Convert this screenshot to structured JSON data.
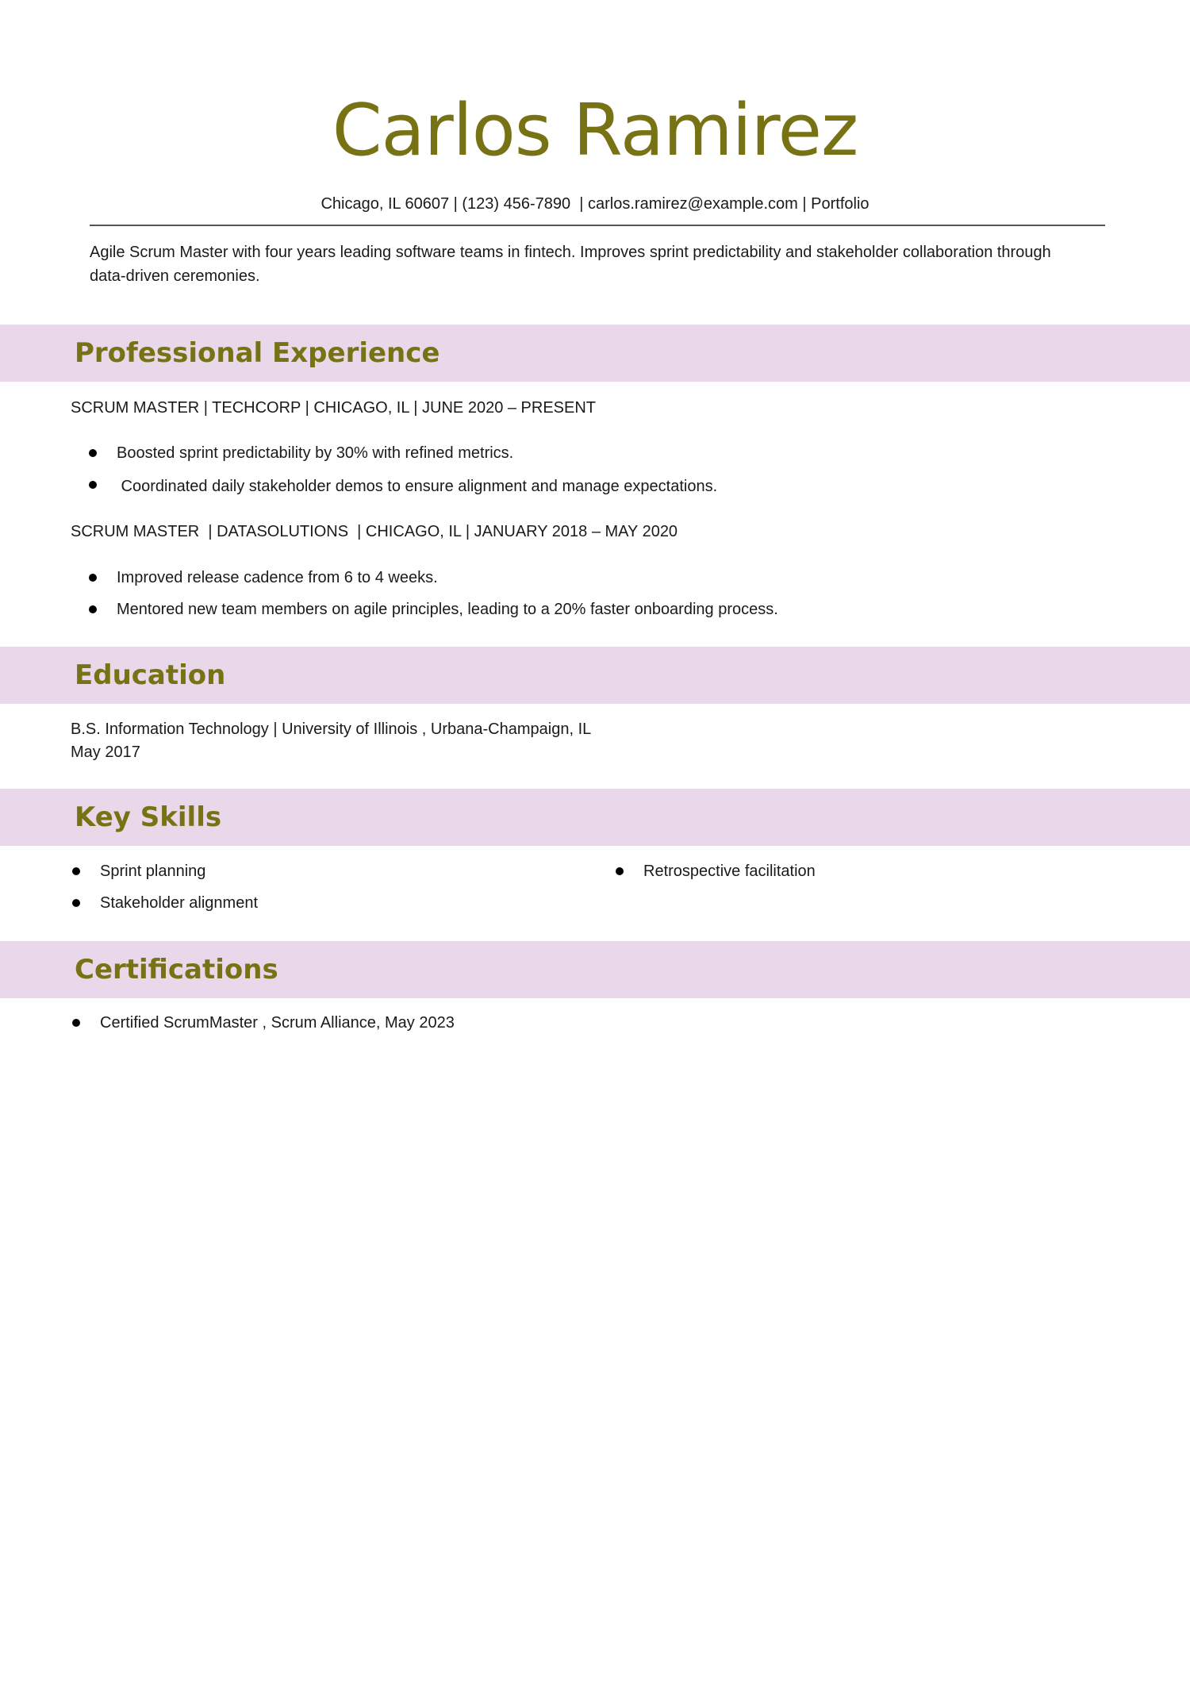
{
  "header": {
    "name": "Carlos Ramirez",
    "contact": "Chicago, IL 60607 | (123) 456-7890  | carlos.ramirez@example.com | Portfolio"
  },
  "summary": "Agile Scrum Master with four years leading software teams in fintech. Improves sprint predictability and stakeholder collaboration through data-driven ceremonies.",
  "sections": {
    "experience": {
      "title": "Professional Experience",
      "jobs": [
        {
          "heading": "SCRUM MASTER | TECHCORP | CHICAGO, IL | JUNE 2020 – PRESENT",
          "bullets": [
            "Boosted sprint predictability by 30% with refined metrics.",
            " Coordinated daily stakeholder demos to ensure alignment and manage expectations."
          ]
        },
        {
          "heading": "SCRUM MASTER  | DATASOLUTIONS  | CHICAGO, IL | JANUARY 2018 – MAY 2020",
          "bullets": [
            "Improved release cadence from 6 to 4 weeks.",
            "Mentored new team members on agile principles, leading to a 20% faster onboarding process."
          ]
        }
      ]
    },
    "education": {
      "title": "Education",
      "line1": "B.S. Information Technology | University of Illinois , Urbana-Champaign, IL",
      "line2": "May 2017"
    },
    "skills": {
      "title": "Key Skills",
      "items": [
        "Sprint planning",
        "Stakeholder alignment",
        "Retrospective facilitation"
      ]
    },
    "certifications": {
      "title": "Certifications",
      "items": [
        "Certified ScrumMaster , Scrum Alliance, May 2023"
      ]
    }
  },
  "colors": {
    "accent": "#777213",
    "band": "#e8d8ea",
    "text": "#1a1a1a"
  }
}
